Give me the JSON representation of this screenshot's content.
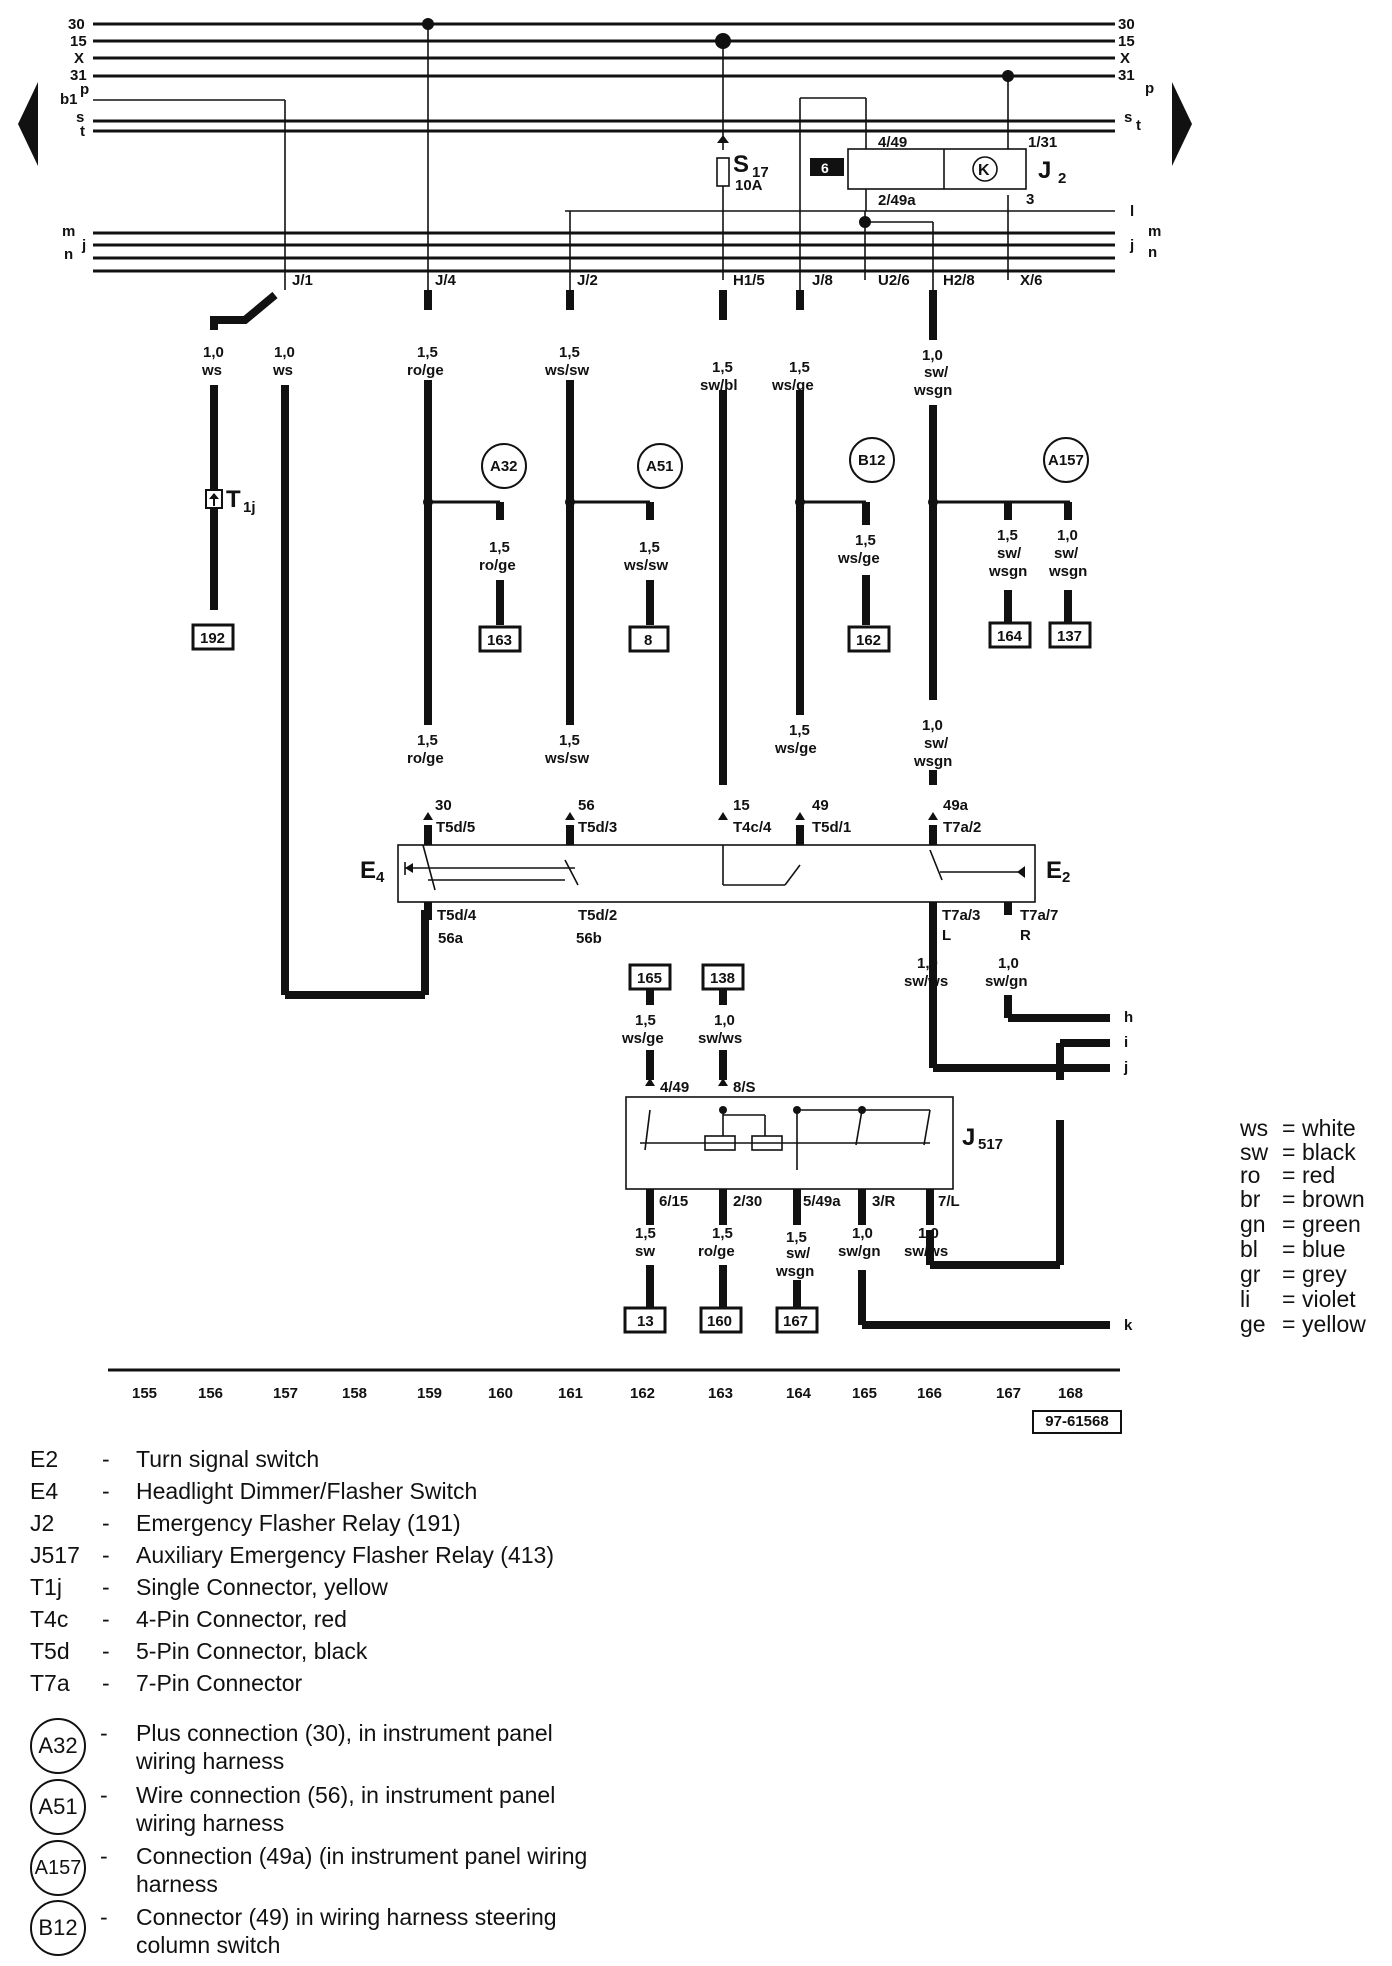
{
  "rails": {
    "left": [
      "30",
      "15",
      "X",
      "31",
      "b1",
      "p",
      "s",
      "t",
      "m",
      "j",
      "n"
    ],
    "right": [
      "30",
      "15",
      "X",
      "31",
      "p",
      "s",
      "t",
      "l",
      "m",
      "j",
      "n"
    ]
  },
  "fuse": {
    "name": "S",
    "sub": "17",
    "rating": "10A"
  },
  "relay_j2": {
    "name": "J",
    "sub": "2",
    "box_number": "6",
    "symbol": "K",
    "pin_in": "4/49",
    "pin_out": "2/49a",
    "pin_ground": "1/31",
    "pin_3": "3"
  },
  "bus_taps": [
    "J/1",
    "J/4",
    "J/2",
    "H1/5",
    "J/8",
    "U2/6",
    "H2/8",
    "X/6"
  ],
  "wire_labels": {
    "w1": [
      "1,0",
      "ws"
    ],
    "w2": [
      "1,0",
      "ws"
    ],
    "w3": [
      "1,5",
      "ro/ge"
    ],
    "w4": [
      "1,5",
      "ws/sw"
    ],
    "w5": [
      "1,5",
      "sw/bl"
    ],
    "w6": [
      "1,5",
      "ws/ge"
    ],
    "w7": [
      "1,0",
      "sw/",
      "wsgn"
    ],
    "b1": [
      "1,5",
      "ro/ge"
    ],
    "b2": [
      "1,5",
      "ws/sw"
    ],
    "b3": [
      "1,5",
      "ws/ge"
    ],
    "b4": [
      "1,5",
      "sw/",
      "wsgn"
    ],
    "b5": [
      "1,0",
      "sw/",
      "wsgn"
    ],
    "l1": [
      "1,5",
      "ro/ge"
    ],
    "l2": [
      "1,5",
      "ws/sw"
    ],
    "l3": [
      "1,5",
      "ws/ge"
    ],
    "l4": [
      "1,0",
      "sw/",
      "wsgn"
    ],
    "e1": [
      "1,0",
      "sw/ws"
    ],
    "e2": [
      "1,0",
      "sw/gn"
    ],
    "j1": [
      "1,5",
      "ws/ge"
    ],
    "j2": [
      "1,0",
      "sw/ws"
    ],
    "k1": [
      "1,5",
      "sw"
    ],
    "k2": [
      "1,5",
      "ro/ge"
    ],
    "k3": [
      "1,5",
      "sw/",
      "wsgn"
    ],
    "k4": [
      "1,0",
      "sw/gn"
    ],
    "k5": [
      "1,0",
      "sw/ws"
    ]
  },
  "connector_t1j": {
    "name": "T",
    "sub": "1j"
  },
  "refs_circle": [
    "A32",
    "A51",
    "B12",
    "A157"
  ],
  "ref_boxes": {
    "r192": "192",
    "r163": "163",
    "r8": "8",
    "r162": "162",
    "r164": "164",
    "r137": "137",
    "r165": "165",
    "r138": "138",
    "r13": "13",
    "r160": "160",
    "r167": "167"
  },
  "pins": {
    "p30": [
      "30",
      "T5d/5"
    ],
    "p56": [
      "56",
      "T5d/3"
    ],
    "p15": [
      "15",
      "T4c/4"
    ],
    "p49": [
      "49",
      "T5d/1"
    ],
    "p49a": [
      "49a",
      "T7a/2"
    ],
    "p56a": [
      "T5d/4",
      "56a"
    ],
    "p56b": [
      "T5d/2",
      "56b"
    ],
    "pL": [
      "T7a/3",
      "L"
    ],
    "pR": [
      "T7a/7",
      "R"
    ]
  },
  "components": {
    "e4": {
      "name": "E",
      "sub": "4"
    },
    "e2": {
      "name": "E",
      "sub": "2"
    },
    "j517": {
      "name": "J",
      "sub": "517"
    }
  },
  "j517_pins": {
    "in1": "4/49",
    "in2": "8/S",
    "out1": "6/15",
    "out2": "2/30",
    "out3": "5/49a",
    "out4": "3/R",
    "out5": "7/L"
  },
  "exits": [
    "h",
    "i",
    "j",
    "k"
  ],
  "scale": [
    "155",
    "156",
    "157",
    "158",
    "159",
    "160",
    "161",
    "162",
    "163",
    "164",
    "165",
    "166",
    "167",
    "168"
  ],
  "doc_id": "97-61568",
  "legend": [
    {
      "code": "E2",
      "desc": "Turn signal switch"
    },
    {
      "code": "E4",
      "desc": "Headlight Dimmer/Flasher Switch"
    },
    {
      "code": "J2",
      "desc": "Emergency Flasher Relay (191)"
    },
    {
      "code": "J517",
      "desc": "Auxiliary Emergency Flasher Relay (413)"
    },
    {
      "code": "T1j",
      "desc": "Single Connector, yellow"
    },
    {
      "code": "T4c",
      "desc": "4-Pin Connector, red"
    },
    {
      "code": "T5d",
      "desc": "5-Pin Connector, black"
    },
    {
      "code": "T7a",
      "desc": "7-Pin Connector"
    }
  ],
  "legend_circles": [
    {
      "code": "A32",
      "line1": "Plus connection (30), in instrument panel",
      "line2": "wiring harness"
    },
    {
      "code": "A51",
      "line1": "Wire connection (56), in instrument panel",
      "line2": "wiring harness"
    },
    {
      "code": "A157",
      "line1": "Connection (49a) (in instrument panel wiring",
      "line2": "harness"
    },
    {
      "code": "B12",
      "line1": "Connector (49) in wiring harness steering",
      "line2": "column switch"
    }
  ],
  "dash": "-",
  "colors_legend": [
    {
      "abbr": "ws",
      "name": "white"
    },
    {
      "abbr": "sw",
      "name": "black"
    },
    {
      "abbr": "ro",
      "name": "red"
    },
    {
      "abbr": "br",
      "name": "brown"
    },
    {
      "abbr": "gn",
      "name": "green"
    },
    {
      "abbr": "bl",
      "name": "blue"
    },
    {
      "abbr": "gr",
      "name": "grey"
    },
    {
      "abbr": "li",
      "name": "violet"
    },
    {
      "abbr": "ge",
      "name": "yellow"
    }
  ],
  "equals": "="
}
